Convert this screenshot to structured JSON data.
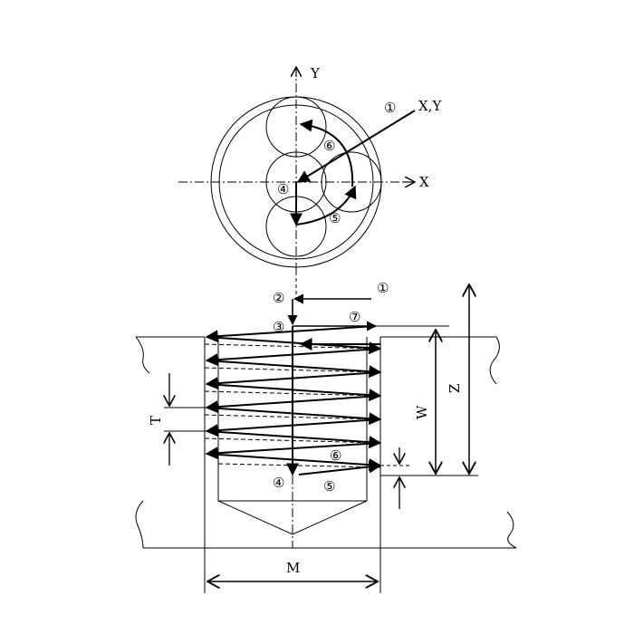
{
  "axes": {
    "y_label": "Y",
    "x_label": "X",
    "xy_label": "X,Y"
  },
  "top_view_steps": {
    "s1": "①",
    "s4": "④",
    "s5": "⑤",
    "s6": "⑥"
  },
  "section_steps": {
    "s1": "①",
    "s2": "②",
    "s3": "③",
    "s4": "④",
    "s5": "⑤",
    "s6": "⑥",
    "s7": "⑦"
  },
  "dimensions": {
    "pitch": "T",
    "thread_length": "W",
    "total_depth": "Z",
    "diameter": "M"
  },
  "colors": {
    "line": "#000000",
    "background": "#ffffff"
  }
}
